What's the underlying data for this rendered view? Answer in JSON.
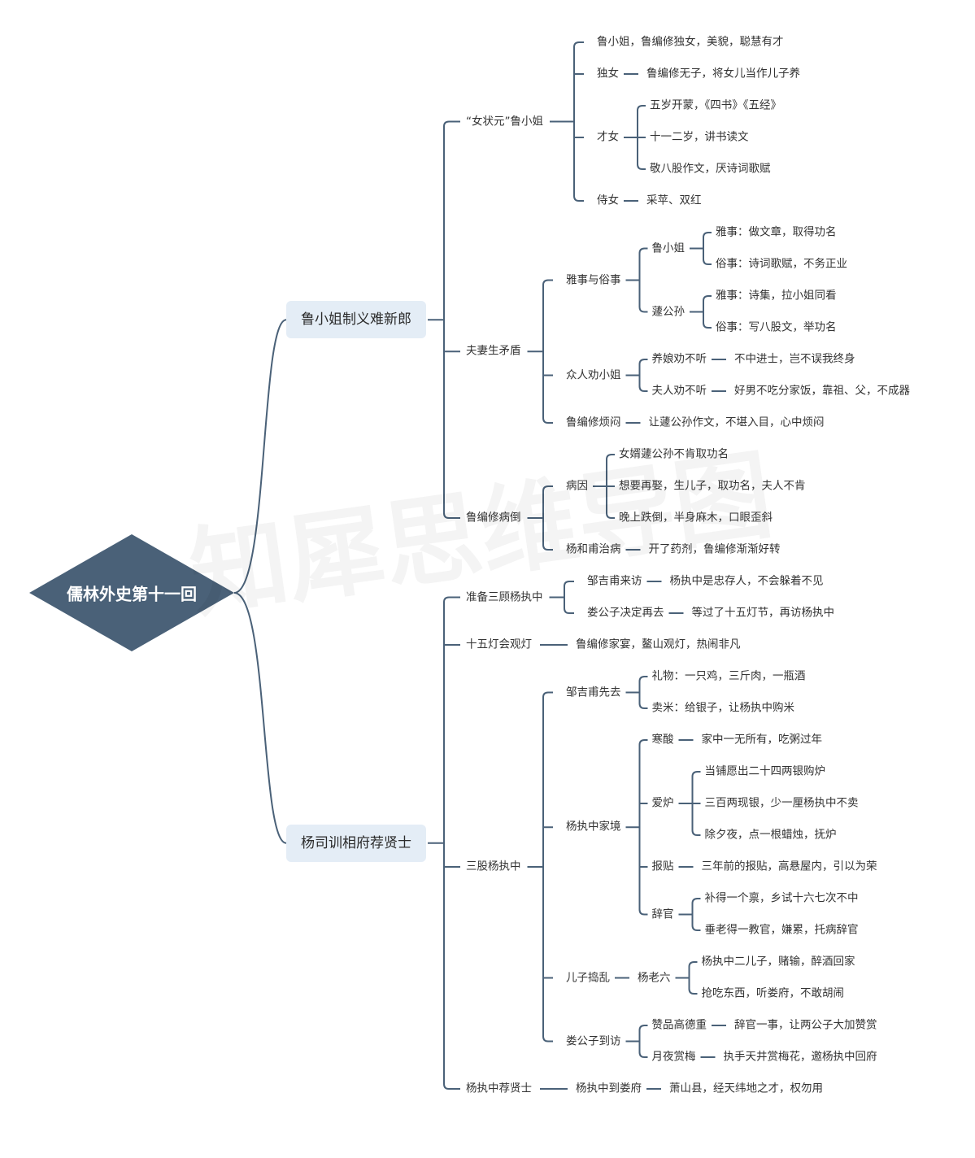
{
  "colors": {
    "line": "#4a6178",
    "root_fill": "#4a6178",
    "root_text": "#ffffff",
    "level1_fill": "#e4edf6"
  },
  "watermark": "知犀思维导图",
  "mindmap": {
    "root": {
      "label": "儒林外史第十一回",
      "children": [
        {
          "label": "鲁小姐制义难新郎",
          "children": [
            {
              "label": "“女状元”鲁小姐",
              "children": [
                {
                  "label": "鲁小姐，鲁编修独女，美貌，聪慧有才"
                },
                {
                  "label": "独女",
                  "children": [
                    {
                      "label": "鲁编修无子，将女儿当作儿子养"
                    }
                  ]
                },
                {
                  "label": "才女",
                  "children": [
                    {
                      "label": "五岁开蒙，《四书》《五经》"
                    },
                    {
                      "label": "十一二岁，讲书读文"
                    },
                    {
                      "label": "敬八股作文，厌诗词歌赋"
                    }
                  ]
                },
                {
                  "label": "侍女",
                  "children": [
                    {
                      "label": "采苹、双红"
                    }
                  ]
                }
              ]
            },
            {
              "label": "夫妻生矛盾",
              "children": [
                {
                  "label": "雅事与俗事",
                  "children": [
                    {
                      "label": "鲁小姐",
                      "children": [
                        {
                          "label": "雅事：做文章，取得功名"
                        },
                        {
                          "label": "俗事：诗词歌赋，不务正业"
                        }
                      ]
                    },
                    {
                      "label": "蘧公孙",
                      "children": [
                        {
                          "label": "雅事：诗集，拉小姐同看"
                        },
                        {
                          "label": "俗事：写八股文，举功名"
                        }
                      ]
                    }
                  ]
                },
                {
                  "label": "众人劝小姐",
                  "children": [
                    {
                      "label": "养娘劝不听",
                      "children": [
                        {
                          "label": "不中进士，岂不误我终身"
                        }
                      ]
                    },
                    {
                      "label": "夫人劝不听",
                      "children": [
                        {
                          "label": "好男不吃分家饭，靠祖、父，不成器"
                        }
                      ]
                    }
                  ]
                },
                {
                  "label": "鲁编修烦闷",
                  "children": [
                    {
                      "label": "让蘧公孙作文，不堪入目，心中烦闷"
                    }
                  ]
                }
              ]
            },
            {
              "label": "鲁编修病倒",
              "children": [
                {
                  "label": "病因",
                  "children": [
                    {
                      "label": "女婿蘧公孙不肯取功名"
                    },
                    {
                      "label": "想要再娶，生儿子，取功名，夫人不肯"
                    },
                    {
                      "label": "晚上跌倒，半身麻木，口眼歪斜"
                    }
                  ]
                },
                {
                  "label": "杨和甫治病",
                  "children": [
                    {
                      "label": "开了药剂，鲁编修渐渐好转"
                    }
                  ]
                }
              ]
            }
          ]
        },
        {
          "label": "杨司训相府荐贤士",
          "children": [
            {
              "label": "准备三顾杨执中",
              "children": [
                {
                  "label": "邹吉甫来访",
                  "children": [
                    {
                      "label": "杨执中是忠存人，不会躲着不见"
                    }
                  ]
                },
                {
                  "label": "娄公子决定再去",
                  "children": [
                    {
                      "label": "等过了十五灯节，再访杨执中"
                    }
                  ]
                }
              ]
            },
            {
              "label": "十五灯会观灯",
              "children": [
                {
                  "label": "鲁编修家宴，鳌山观灯，热闹非凡"
                }
              ]
            },
            {
              "label": "三股杨执中",
              "children": [
                {
                  "label": "邹吉甫先去",
                  "children": [
                    {
                      "label": "礼物：一只鸡，三斤肉，一瓶酒"
                    },
                    {
                      "label": "卖米：给银子，让杨执中购米"
                    }
                  ]
                },
                {
                  "label": "杨执中家境",
                  "children": [
                    {
                      "label": "寒酸",
                      "children": [
                        {
                          "label": "家中一无所有，吃粥过年"
                        }
                      ]
                    },
                    {
                      "label": "爱炉",
                      "children": [
                        {
                          "label": "当铺愿出二十四两银购炉"
                        },
                        {
                          "label": "三百两现银，少一厘杨执中不卖"
                        },
                        {
                          "label": "除夕夜，点一根蜡烛，抚炉"
                        }
                      ]
                    },
                    {
                      "label": "报贴",
                      "children": [
                        {
                          "label": "三年前的报贴，高悬屋内，引以为荣"
                        }
                      ]
                    },
                    {
                      "label": "辞官",
                      "children": [
                        {
                          "label": "补得一个禀，乡试十六七次不中"
                        },
                        {
                          "label": "垂老得一教官，嫌累，托病辞官"
                        }
                      ]
                    }
                  ]
                },
                {
                  "label": "儿子捣乱",
                  "children": [
                    {
                      "label": "杨老六",
                      "children": [
                        {
                          "label": "杨执中二儿子，赌输，醉酒回家"
                        },
                        {
                          "label": "抢吃东西，听娄府，不敢胡闹"
                        }
                      ]
                    }
                  ]
                },
                {
                  "label": "娄公子到访",
                  "children": [
                    {
                      "label": "赞品高德重",
                      "children": [
                        {
                          "label": "辞官一事，让两公子大加赞赏"
                        }
                      ]
                    },
                    {
                      "label": "月夜赏梅",
                      "children": [
                        {
                          "label": "执手天井赏梅花，邀杨执中回府"
                        }
                      ]
                    }
                  ]
                }
              ]
            },
            {
              "label": "杨执中荐贤士",
              "children": [
                {
                  "label": "杨执中到娄府",
                  "children": [
                    {
                      "label": "萧山县，经天纬地之才，权勿用"
                    }
                  ]
                }
              ]
            }
          ]
        }
      ]
    }
  }
}
